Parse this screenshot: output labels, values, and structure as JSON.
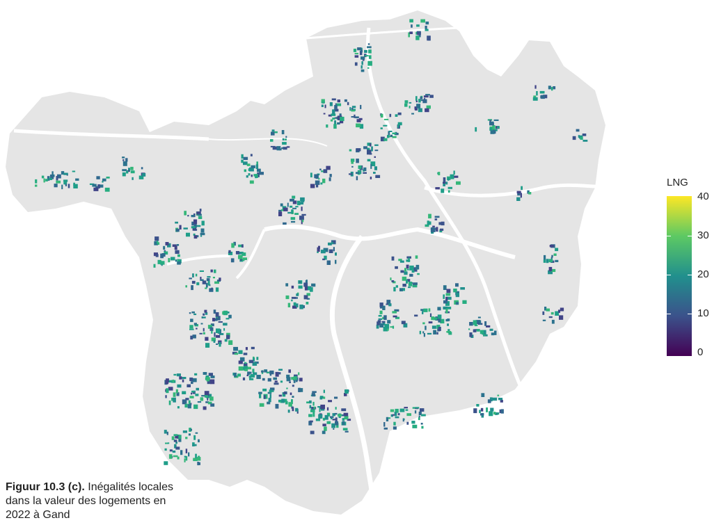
{
  "legend": {
    "title": "LNG",
    "ticks": [
      "40",
      "30",
      "20",
      "10",
      "0"
    ],
    "tick_values": [
      40,
      30,
      20,
      10,
      0
    ],
    "range": [
      0,
      40
    ],
    "colormap": [
      "#440154",
      "#3b528b",
      "#21908d",
      "#5dc963",
      "#fde725"
    ]
  },
  "caption": {
    "label": "Figuur 10.3 (c).",
    "text": " Inégalités locales dans la valeur des logements en 2022 à Gand"
  },
  "map": {
    "background_color": "#e5e5e5",
    "road_color": "#ffffff",
    "river_color": "#ffffff"
  }
}
